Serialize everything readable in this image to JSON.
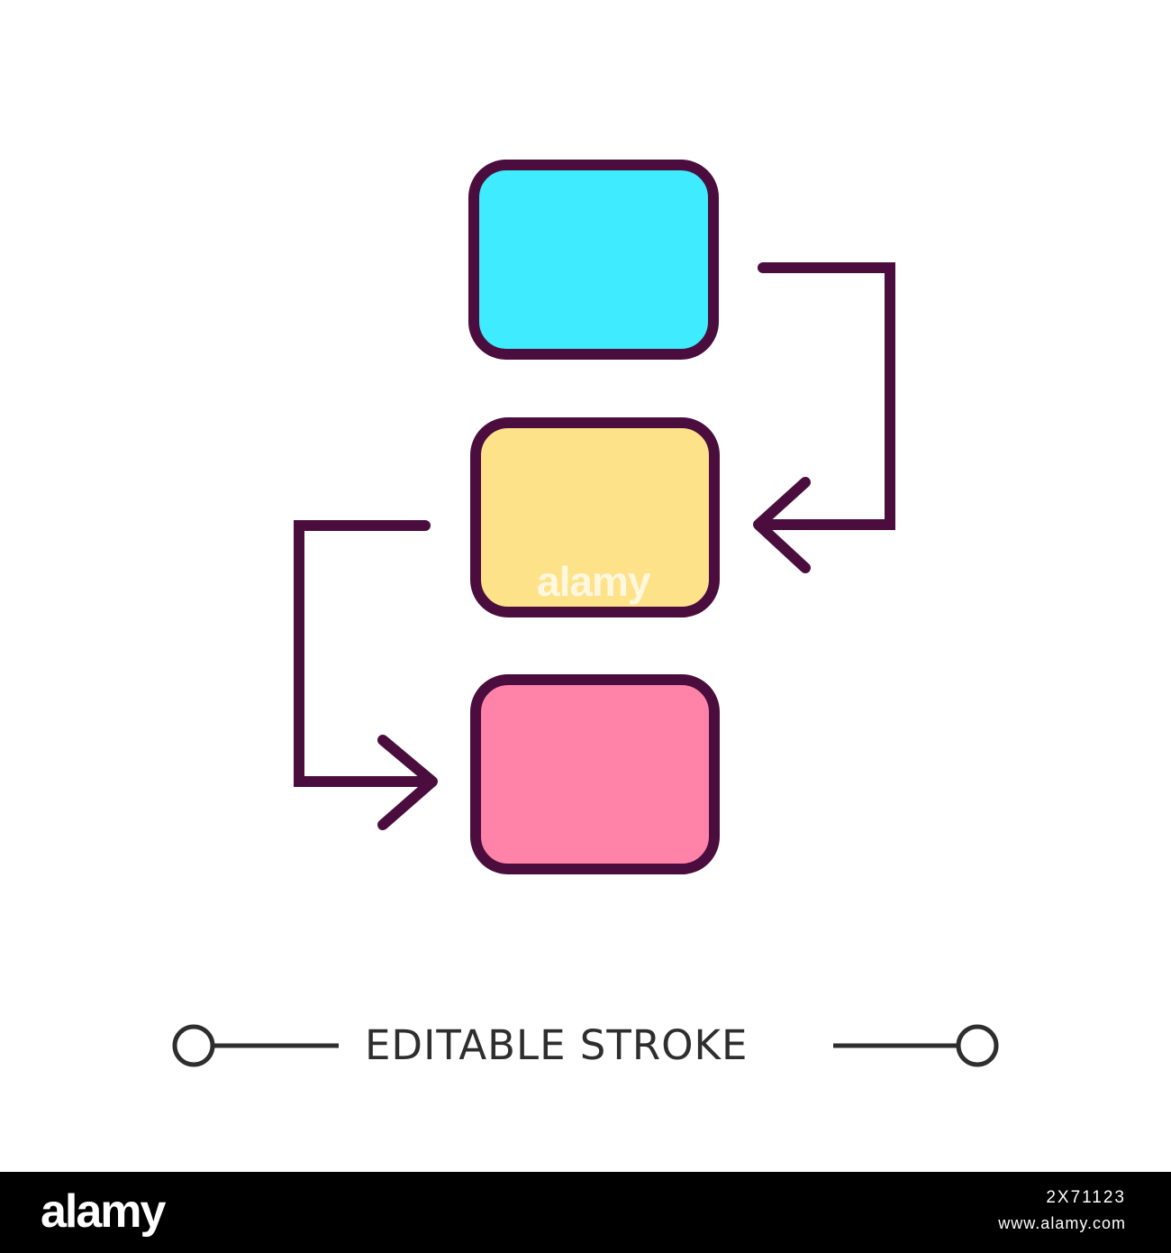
{
  "label": "EDITABLE STROKE",
  "watermark": "alamy",
  "footer": {
    "logo": "alamy",
    "image_id": "2X71123",
    "site": "www.alamy.com"
  },
  "diagram": {
    "boxes": [
      {
        "name": "top",
        "fill": "#3EEBFF"
      },
      {
        "name": "middle",
        "fill": "#FEE28A"
      },
      {
        "name": "bottom",
        "fill": "#FF82A9"
      }
    ],
    "stroke": "#4A0D3E",
    "connector": {
      "left_icon": "circle-endpoint-icon",
      "right_icon": "circle-endpoint-icon",
      "color": "#2E2E2E"
    }
  }
}
